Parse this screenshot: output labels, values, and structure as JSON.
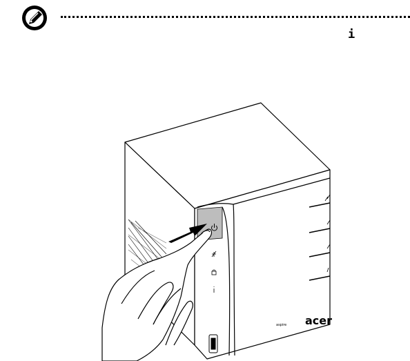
{
  "note": {
    "icon": "pen-note-icon",
    "inline_glyph": "i"
  },
  "illustration": {
    "subject": "nas-device-power-button",
    "power_icon": "power-icon",
    "indicator_icons": [
      "network-icon",
      "lock-icon",
      "info-icon"
    ],
    "brand_text": "acer",
    "series_text": "aspire"
  }
}
